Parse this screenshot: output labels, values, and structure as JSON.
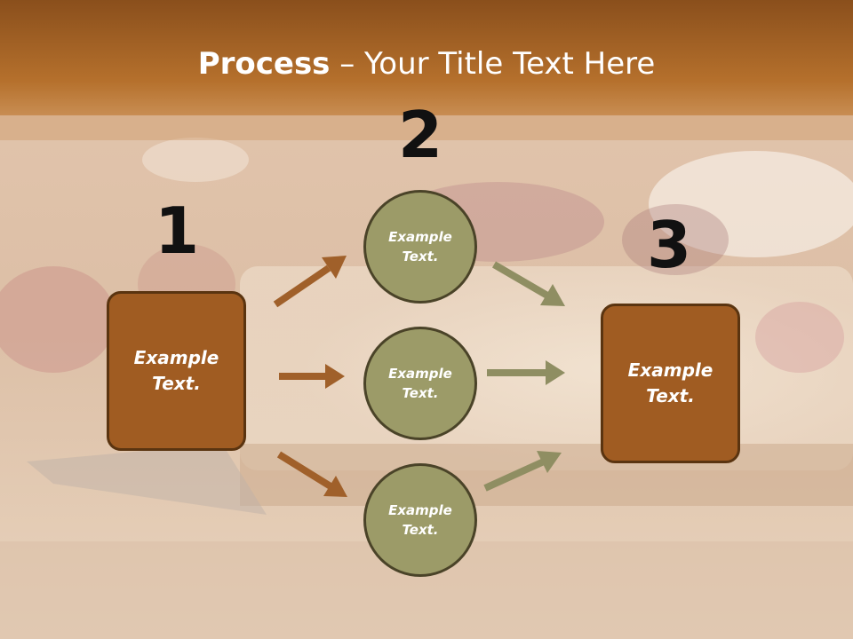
{
  "title": {
    "bold": "Process",
    "rest": " – Your Title Text Here"
  },
  "numbers": [
    "1",
    "2",
    "3"
  ],
  "left_box": {
    "line1": "Example",
    "line2": "Text."
  },
  "circles": [
    {
      "line1": "Example",
      "line2": "Text."
    },
    {
      "line1": "Example",
      "line2": "Text."
    },
    {
      "line1": "Example",
      "line2": "Text."
    }
  ],
  "right_box": {
    "line1": "Example",
    "line2": "Text."
  },
  "colors": {
    "header_brown": "#a4621f",
    "box_brown": "#a05c22",
    "circle_olive": "#9c9b68",
    "arrow_brown": "#a0602a",
    "arrow_olive": "#8f8e62"
  }
}
